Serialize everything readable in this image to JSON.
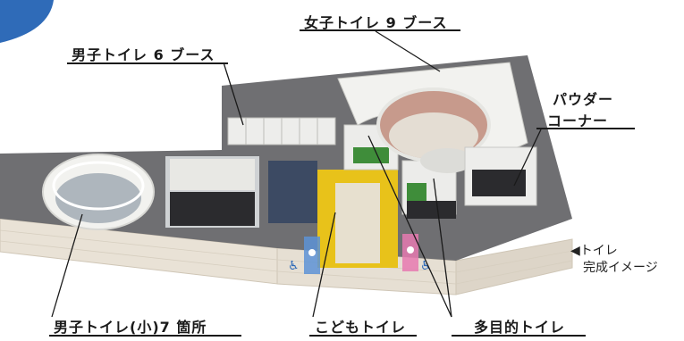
{
  "labels": {
    "womens_toilet": "女子トイレ 9 ブース",
    "mens_toilet": "男子トイレ 6 ブース",
    "powder_corner_line1": "パウダー",
    "powder_corner_line2": "コーナー",
    "mens_urinals": "男子トイレ(小)7 箇所",
    "kids_toilet": "こどもトイレ",
    "multipurpose_toilet": "多目的トイレ"
  },
  "caption": {
    "arrow": "◀",
    "line1": "トイレ",
    "line2": "完成イメージ"
  },
  "colors": {
    "floor_gray": "#6f6f72",
    "wall_white": "#f2f2ef",
    "kids_yellow": "#e8c21a",
    "accent_blue": "#2f6bb8",
    "pink_sign": "#e67ab0",
    "blue_sign": "#5d93d6",
    "green_wall": "#3f8d3a",
    "wood_pink": "#c79a8c"
  },
  "icons": [
    "wheelchair-icon",
    "male-sign-icon",
    "female-sign-icon"
  ]
}
